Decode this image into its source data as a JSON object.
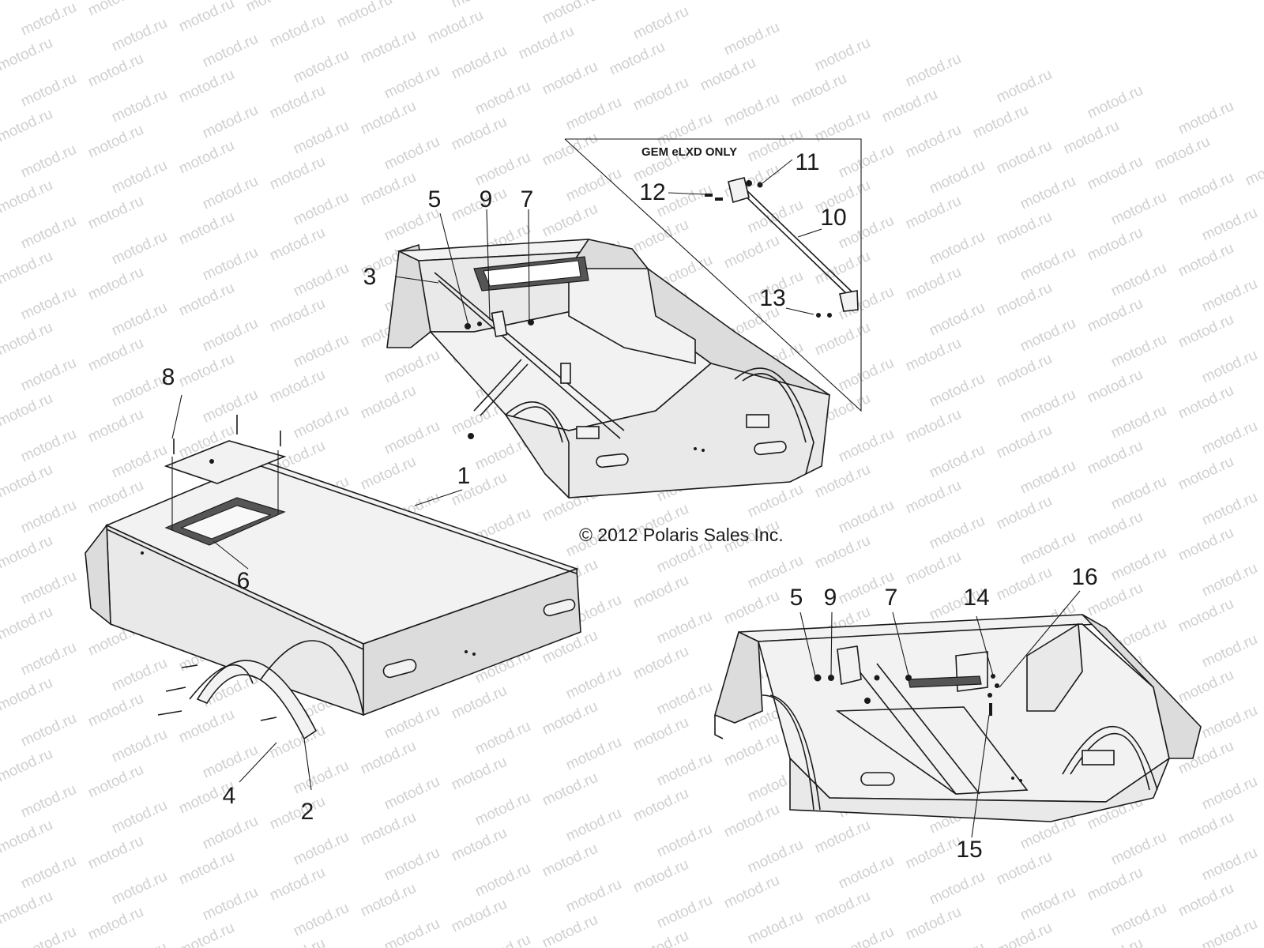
{
  "diagram": {
    "watermark_text": "motod.ru",
    "copyright": "© 2012 Polaris Sales Inc.",
    "variant_label": "GEM eLXD ONLY",
    "callouts": [
      {
        "id": "c1",
        "label": "1"
      },
      {
        "id": "c2",
        "label": "2"
      },
      {
        "id": "c3",
        "label": "3"
      },
      {
        "id": "c4",
        "label": "4"
      },
      {
        "id": "c5a",
        "label": "5"
      },
      {
        "id": "c5b",
        "label": "5"
      },
      {
        "id": "c6",
        "label": "6"
      },
      {
        "id": "c7a",
        "label": "7"
      },
      {
        "id": "c7b",
        "label": "7"
      },
      {
        "id": "c8",
        "label": "8"
      },
      {
        "id": "c9a",
        "label": "9"
      },
      {
        "id": "c9b",
        "label": "9"
      },
      {
        "id": "c10",
        "label": "10"
      },
      {
        "id": "c11",
        "label": "11"
      },
      {
        "id": "c12",
        "label": "12"
      },
      {
        "id": "c13",
        "label": "13"
      },
      {
        "id": "c14",
        "label": "14"
      },
      {
        "id": "c15",
        "label": "15"
      },
      {
        "id": "c16",
        "label": "16"
      }
    ]
  }
}
